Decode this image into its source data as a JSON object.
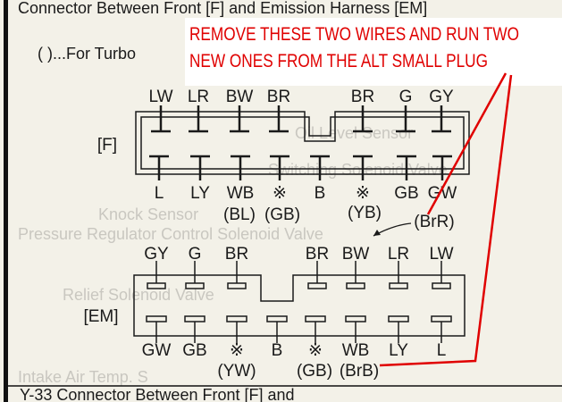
{
  "header_text_cut": "Connector Between Front [F] and Emission Harness [EM]",
  "legend_text": "(    )...For Turbo",
  "annotation": {
    "line1": "REMOVE THESE TWO WIRES AND RUN TWO",
    "line2": "NEW ONES FROM THE ALT SMALL PLUG",
    "color": "#e00000"
  },
  "connector_f": {
    "label": "[F]",
    "top_pins": [
      "LW",
      "LR",
      "BW",
      "BR",
      "BR",
      "G",
      "GY"
    ],
    "bottom_pins": [
      "L",
      "LY",
      "WB",
      "※",
      "B",
      "※",
      "GB",
      "GW"
    ],
    "turbo_notes": [
      "(BL)",
      "(GB)",
      "(YB)",
      "(BrR)"
    ]
  },
  "connector_em": {
    "label": "[EM]",
    "top_pins": [
      "GY",
      "G",
      "BR",
      "BR",
      "BW",
      "LR",
      "LW"
    ],
    "bottom_pins": [
      "GW",
      "GB",
      "※",
      "B",
      "※",
      "WB",
      "LY",
      "L"
    ],
    "turbo_notes": [
      "(YW)",
      "(GB)",
      "(BrB)"
    ]
  },
  "ghost_text": [
    "Oil Level Sensor",
    "Switching Solenoid Valve",
    "Knock Sensor",
    "Pressure Regulator Control Solenoid Valve",
    "Relief Solenoid Valve",
    "Intake Air Temp. S"
  ],
  "footer_text": "Y-33 Connector Between Front [F] and"
}
